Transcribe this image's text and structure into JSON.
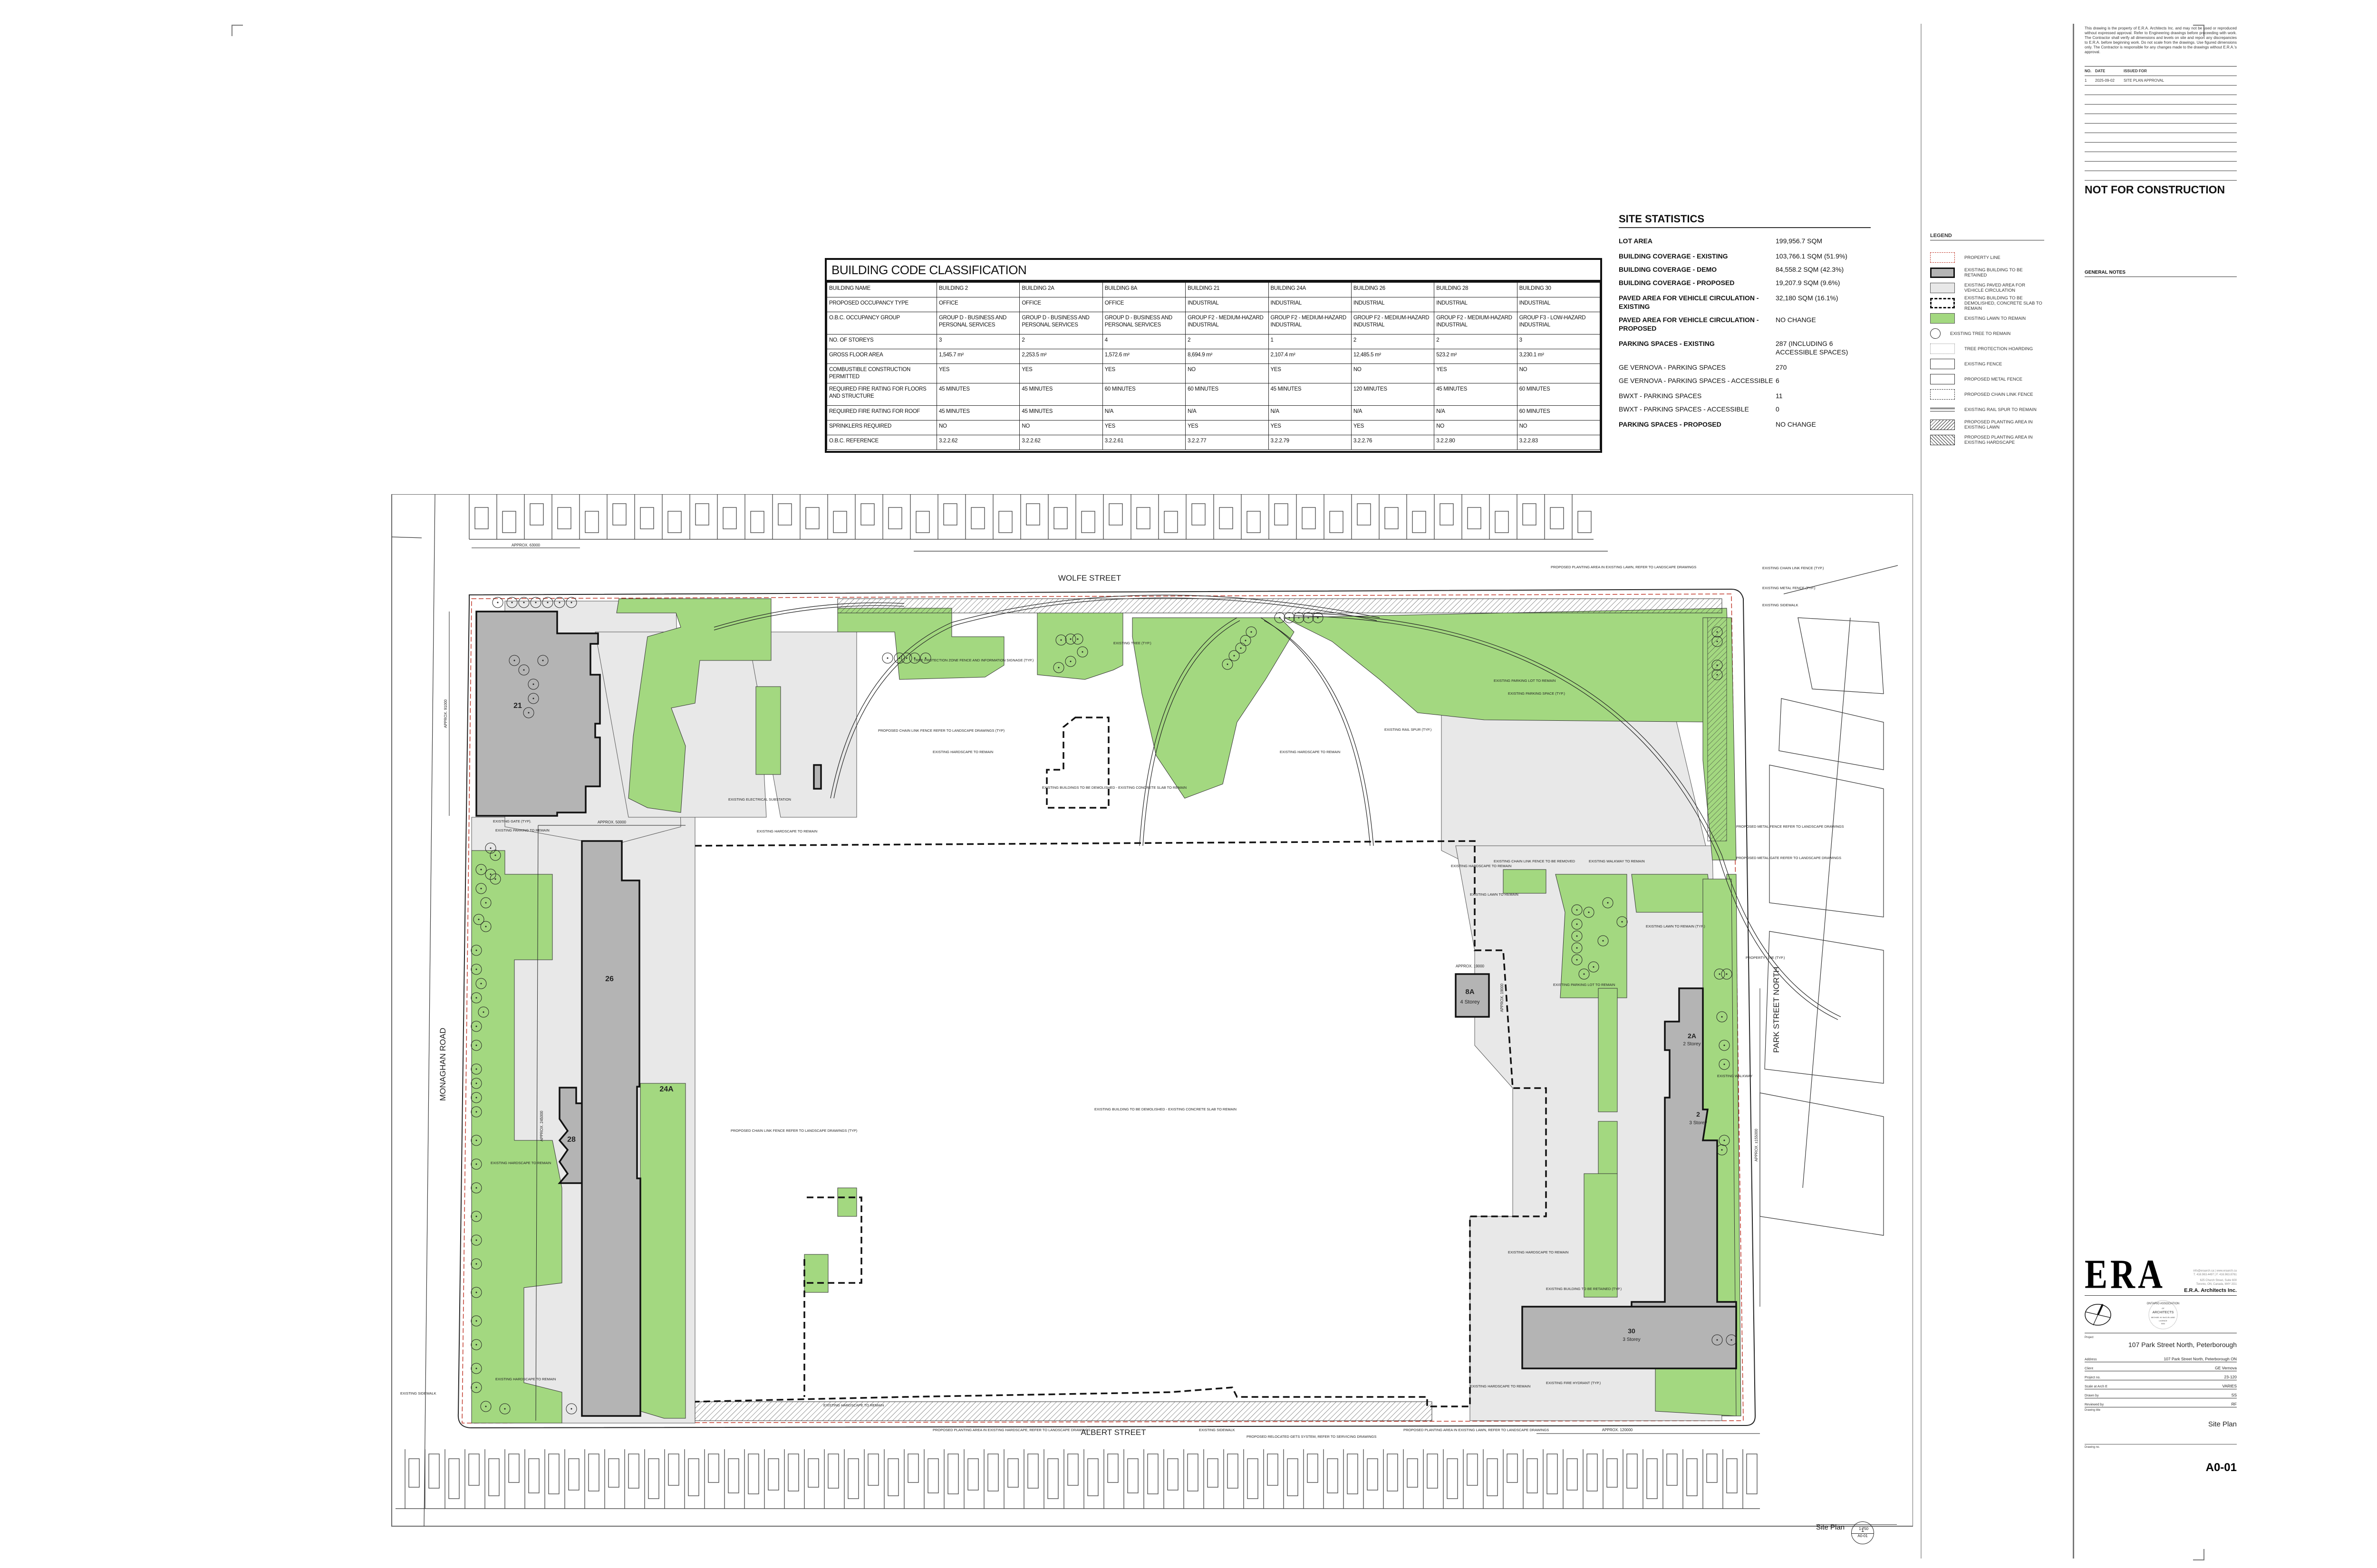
{
  "sheet": {
    "project": "107 Park Street North, Peterborough",
    "drawing_title": "Site Plan",
    "drawing_no": "A0-01"
  },
  "building_code_classification": {
    "title": "BUILDING CODE CLASSIFICATION",
    "columns": [
      "BUILDING NAME",
      "BUILDING 2",
      "BUILDING 2A",
      "BUILDING 8A",
      "BUILDING 21",
      "BUILDING 24A",
      "BUILDING 26",
      "BUILDING 28",
      "BUILDING 30"
    ],
    "rows": [
      {
        "label": "PROPOSED OCCUPANCY TYPE",
        "values": [
          "OFFICE",
          "OFFICE",
          "OFFICE",
          "INDUSTRIAL",
          "INDUSTRIAL",
          "INDUSTRIAL",
          "INDUSTRIAL",
          "INDUSTRIAL"
        ]
      },
      {
        "label": "O.B.C. OCCUPANCY GROUP",
        "values": [
          "GROUP D - BUSINESS AND PERSONAL SERVICES",
          "GROUP D - BUSINESS AND PERSONAL SERVICES",
          "GROUP D - BUSINESS AND PERSONAL SERVICES",
          "GROUP F2 - MEDIUM-HAZARD INDUSTRIAL",
          "GROUP F2 - MEDIUM-HAZARD INDUSTRIAL",
          "GROUP F2 - MEDIUM-HAZARD INDUSTRIAL",
          "GROUP F2 - MEDIUM-HAZARD INDUSTRIAL",
          "GROUP F3 - LOW-HAZARD INDUSTRIAL"
        ]
      },
      {
        "label": "NO. OF STOREYS",
        "values": [
          "3",
          "2",
          "4",
          "2",
          "1",
          "2",
          "2",
          "3"
        ]
      },
      {
        "label": "GROSS FLOOR AREA",
        "values": [
          "1,545.7 m²",
          "2,253.5 m²",
          "1,572.6 m²",
          "8,694.9 m²",
          "2,107.4 m²",
          "12,485.5 m²",
          "523.2 m²",
          "3,230.1 m²"
        ]
      },
      {
        "label": "COMBUSTIBLE CONSTRUCTION PERMITTED",
        "values": [
          "YES",
          "YES",
          "YES",
          "NO",
          "YES",
          "NO",
          "YES",
          "NO"
        ]
      },
      {
        "label": "REQUIRED FIRE RATING FOR FLOORS AND STRUCTURE",
        "values": [
          "45 MINUTES",
          "45 MINUTES",
          "60 MINUTES",
          "60 MINUTES",
          "45 MINUTES",
          "120 MINUTES",
          "45 MINUTES",
          "60 MINUTES"
        ]
      },
      {
        "label": "REQUIRED FIRE RATING FOR ROOF",
        "values": [
          "45 MINUTES",
          "45 MINUTES",
          "N/A",
          "N/A",
          "N/A",
          "N/A",
          "N/A",
          "60 MINUTES"
        ]
      },
      {
        "label": "SPRINKLERS REQUIRED",
        "values": [
          "NO",
          "NO",
          "YES",
          "YES",
          "YES",
          "YES",
          "NO",
          "NO"
        ]
      },
      {
        "label": "O.B.C. REFERENCE",
        "values": [
          "3.2.2.62",
          "3.2.2.62",
          "3.2.2.61",
          "3.2.2.77",
          "3.2.2.79",
          "3.2.2.76",
          "3.2.2.80",
          "3.2.2.83"
        ]
      }
    ]
  },
  "site_statistics": {
    "title": "SITE STATISTICS",
    "rows": [
      {
        "label": "LOT AREA",
        "value": "199,956.7 SQM",
        "bold": true
      },
      {
        "label": "BUILDING COVERAGE - EXISTING",
        "value": "103,766.1 SQM (51.9%)",
        "bold": true
      },
      {
        "label": "BUILDING COVERAGE - DEMO",
        "value": "84,558.2 SQM (42.3%)",
        "bold": true
      },
      {
        "label": "BUILDING COVERAGE - PROPOSED",
        "value": "19,207.9 SQM (9.6%)",
        "bold": true
      },
      {
        "label": "PAVED AREA FOR VEHICLE CIRCULATION - EXISTING",
        "value": "32,180 SQM  (16.1%)",
        "bold": true
      },
      {
        "label": "PAVED AREA FOR VEHICLE CIRCULATION - PROPOSED",
        "value": "NO CHANGE",
        "bold": true
      },
      {
        "label": "PARKING SPACES - EXISTING",
        "value": "287 (INCLUDING 6 ACCESSIBLE SPACES)",
        "bold": true
      },
      {
        "label": "GE VERNOVA - PARKING SPACES",
        "value": "270",
        "bold": false
      },
      {
        "label": "GE VERNOVA - PARKING SPACES - ACCESSIBLE",
        "value": "6",
        "bold": false
      },
      {
        "label": "BWXT - PARKING SPACES",
        "value": "11",
        "bold": false
      },
      {
        "label": "BWXT - PARKING SPACES - ACCESSIBLE",
        "value": "0",
        "bold": false
      },
      {
        "label": "PARKING SPACES - PROPOSED",
        "value": "NO CHANGE",
        "bold": true
      }
    ]
  },
  "legend": {
    "title": "LEGEND",
    "items": [
      {
        "label": "PROPERTY LINE",
        "swatch": "property-line"
      },
      {
        "label": "EXISTING BUILDING TO BE RETAINED",
        "swatch": "building-retained"
      },
      {
        "label": "EXISTING PAVED AREA FOR VEHICLE CIRCULATION",
        "swatch": "paved"
      },
      {
        "label": "EXISTING BUILDING TO BE DEMOLISHED, CONCRETE SLAB TO REMAIN",
        "swatch": "demolished"
      },
      {
        "label": "EXISTING LAWN TO REMAIN",
        "swatch": "lawn"
      },
      {
        "label": "EXISTING TREE TO REMAIN",
        "swatch": "tree"
      },
      {
        "label": "TREE PROTECTION HOARDING",
        "swatch": "hoarding"
      },
      {
        "label": "EXISTING FENCE",
        "swatch": "fence"
      },
      {
        "label": "PROPOSED METAL FENCE",
        "swatch": "metal-fence"
      },
      {
        "label": "PROPOSED CHAIN LINK FENCE",
        "swatch": "chain-link"
      },
      {
        "label": "EXISTING RAIL SPUR TO REMAIN",
        "swatch": "rail"
      },
      {
        "label": "PROPOSED PLANTING AREA IN EXISTING LAWN",
        "swatch": "hatch-lawn"
      },
      {
        "label": "PROPOSED PLANTING AREA IN EXISTING HARDSCAPE",
        "swatch": "hatch-hardscape"
      }
    ]
  },
  "title_block": {
    "disclaimer": "This drawing is the property of E.R.A. Architects Inc. and may not be used or reproduced without expressed approval. Refer to Engineering drawings before proceeding with work. The Contractor shall verify all dimensions and levels on site and report any discrepancies to E.R.A. before beginning work. Do not scale from the drawings. Use figured dimensions only. The Contractor is responsible for any changes made to the drawings without E.R.A.'s approval.",
    "issue_headers": {
      "no": "NO.",
      "date": "DATE",
      "issued_for": "ISSUED FOR"
    },
    "issues": [
      {
        "no": "1",
        "date": "2025-09-02",
        "issued_for": "SITE PLAN APPROVAL"
      }
    ],
    "not_for_construction": "NOT FOR CONSTRUCTION",
    "general_notes": "GENERAL NOTES",
    "firm": {
      "mark": "ERA",
      "contact_line1": "info@eraarch.ca  |  www.eraarch.ca",
      "contact_line2": "T. 416.963.4497  |  F. 416.963.8761",
      "address_line1": "625 Church Street, Suite 600",
      "address_line2": "Toronto, ON, Canada, M4Y 2G1",
      "name": "E.R.A. Architects Inc."
    },
    "seal": {
      "line1": "ONTARIO ASSOCIATION",
      "line2": "OF",
      "line3": "ARCHITECTS",
      "line4": "MICHAEL M. McCLELLAND",
      "line5": "LICENCE",
      "line6": "5404"
    },
    "fields": [
      {
        "label": "Address",
        "value": "107 Park Street North, Peterborough ON"
      },
      {
        "label": "Client",
        "value": "GE Vernova"
      },
      {
        "label": "Project no.",
        "value": "23-120"
      },
      {
        "label": "Scale at Arch E",
        "value": "VARIES"
      },
      {
        "label": "Drawn by",
        "value": "SS"
      },
      {
        "label": "Reviewed by",
        "value": "RF"
      }
    ],
    "project_label": "Project",
    "drawing_title_label": "Drawing title",
    "drawing_no_label": "Drawing no."
  },
  "view_title": {
    "name": "Site Plan",
    "number": "1",
    "scale": "1:750",
    "sheet_ref": "A0-01"
  },
  "site_plan": {
    "streets": {
      "north": "WOLFE STREET",
      "south": "ALBERT STREET",
      "west": "MONAGHAN ROAD",
      "east": "PARK STREET NORTH"
    },
    "buildings": [
      {
        "id": "21",
        "storeys": ""
      },
      {
        "id": "26",
        "storeys": ""
      },
      {
        "id": "24A",
        "storeys": ""
      },
      {
        "id": "28",
        "storeys": ""
      },
      {
        "id": "8A",
        "storeys": "4 Storey"
      },
      {
        "id": "2A",
        "storeys": "2 Storey"
      },
      {
        "id": "2",
        "storeys": "3 Storey"
      },
      {
        "id": "30",
        "storeys": "3 Storey"
      }
    ],
    "dimensions": {
      "d1": "APPROX. 63000",
      "d2": "APPROX. 91000",
      "d3": "APPROX. 50000",
      "d4": "APPROX. 245000",
      "d5": "APPROX. 19000",
      "d6": "APPROX. 19000",
      "d7": "APPROX. ±155000",
      "d8": "APPROX. 120000"
    },
    "notes": {
      "tree_protection": "TREE PROTECTION ZONE FENCE AND INFORMATION SIGNAGE (TYP.)",
      "existing_tree": "EXISTING TREE (TYP.)",
      "chain_link_1": "PROPOSED CHAIN LINK FENCE REFER TO LANDSCAPE DRAWINGS (TYP)",
      "chain_link_2": "PROPOSED CHAIN LINK FENCE REFER TO LANDSCAPE DRAWINGS (TYP)",
      "hardscape_a": "EXISTING HARDSCAPE TO REMAIN",
      "hardscape_b": "EXISTING HARDSCAPE TO REMAIN",
      "hardscape_c": "EXISTING HARDSCAPE TO REMAIN",
      "hardscape_d": "EXISTING HARDSCAPE TO REMAIN",
      "hardscape_e": "EXISTING HARDSCAPE TO REMAIN",
      "hardscape_f": "EXISTING HARDSCAPE TO REMAIN",
      "hardscape_g": "EXISTING HARDSCAPE TO REMAIN",
      "hardscape_h": "EXISTING HARDSCAPE TO REMAIN",
      "hardscape_i": "EXISTING HARDSCAPE TO REMAIN",
      "demolish_1": "EXISTING BUILDINGS TO BE DEMOLISHED - EXISTING CONCRETE SLAB TO REMAIN",
      "demolish_2": "EXISTING BUILDING TO BE DEMOLISHED - EXISTING CONCRETE SLAB TO REMAIN",
      "rail_spur": "EXISTING RAIL SPUR (TYP.)",
      "electrical": "EXISTING ELECTRICAL SUBSTATION",
      "gate": "EXISTING GATE (TYP).",
      "parking_remain": "EXISTING PARKING TO REMAIN",
      "planting_lawn_n": "PROPOSED PLANTING AREA IN EXISTING LAWN, REFER TO LANDSCAPE DRAWINGS",
      "chain_link_existing": "EXISTING CHAIN LINK FENCE (TYP.)",
      "metal_fence_existing": "EXISTING METAL FENCE (TYP.)",
      "sidewalk_e": "EXISTING SIDEWALK",
      "parking_lot_1": "EXISTING PARKING LOT TO REMAIN",
      "parking_space": "EXISTING PARKING SPACE (TYP.)",
      "metal_fence_prop": "PROPOSED METAL FENCE REFER TO LANDSCAPE DRAWINGS",
      "metal_gate_prop": "PROPOSED METAL GATE REFER TO LANDSCAPE DRAWINGS",
      "chain_link_removed": "EXISTING CHAIN LINK FENCE TO BE REMOVED",
      "walkway_1": "EXISTING WALKWAY TO REMAIN",
      "lawn_1": "EXISTING LAWN TO REMAIN",
      "lawn_2": "EXISTING LAWN TO REMAIN (TYP.)",
      "property_line": "PROPERTY LINE (TYP.)",
      "parking_lot_2": "EXISTING PARKING LOT TO REMAIN",
      "walkway_2": "EXISTING WALKWAY",
      "retained": "EXISTING BUILDING TO BE RETAINED (TYP.)",
      "hydrant": "EXISTING FIRE HYDRANT (TYP.)",
      "sidewalk_w": "EXISTING SIDEWALK",
      "planting_hardscape_s": "PROPOSED PLANTING AREA IN EXISTING HARDSCAPE, REFER TO LANDSCAPE DRAWINGS",
      "sidewalk_s": "EXISTING SIDEWALK",
      "gets": "PROPOSED RELOCATED GETS SYSTEM, REFER TO SERVICING DRAWINGS",
      "planting_lawn_s": "PROPOSED PLANTING AREA IN EXISTING LAWN, REFER TO LANDSCAPE DRAWINGS"
    }
  },
  "colors": {
    "lawn": "#a3d880",
    "building": "#b4b4b4",
    "paved": "#e8e8e8",
    "property_line": "#c0392b"
  }
}
